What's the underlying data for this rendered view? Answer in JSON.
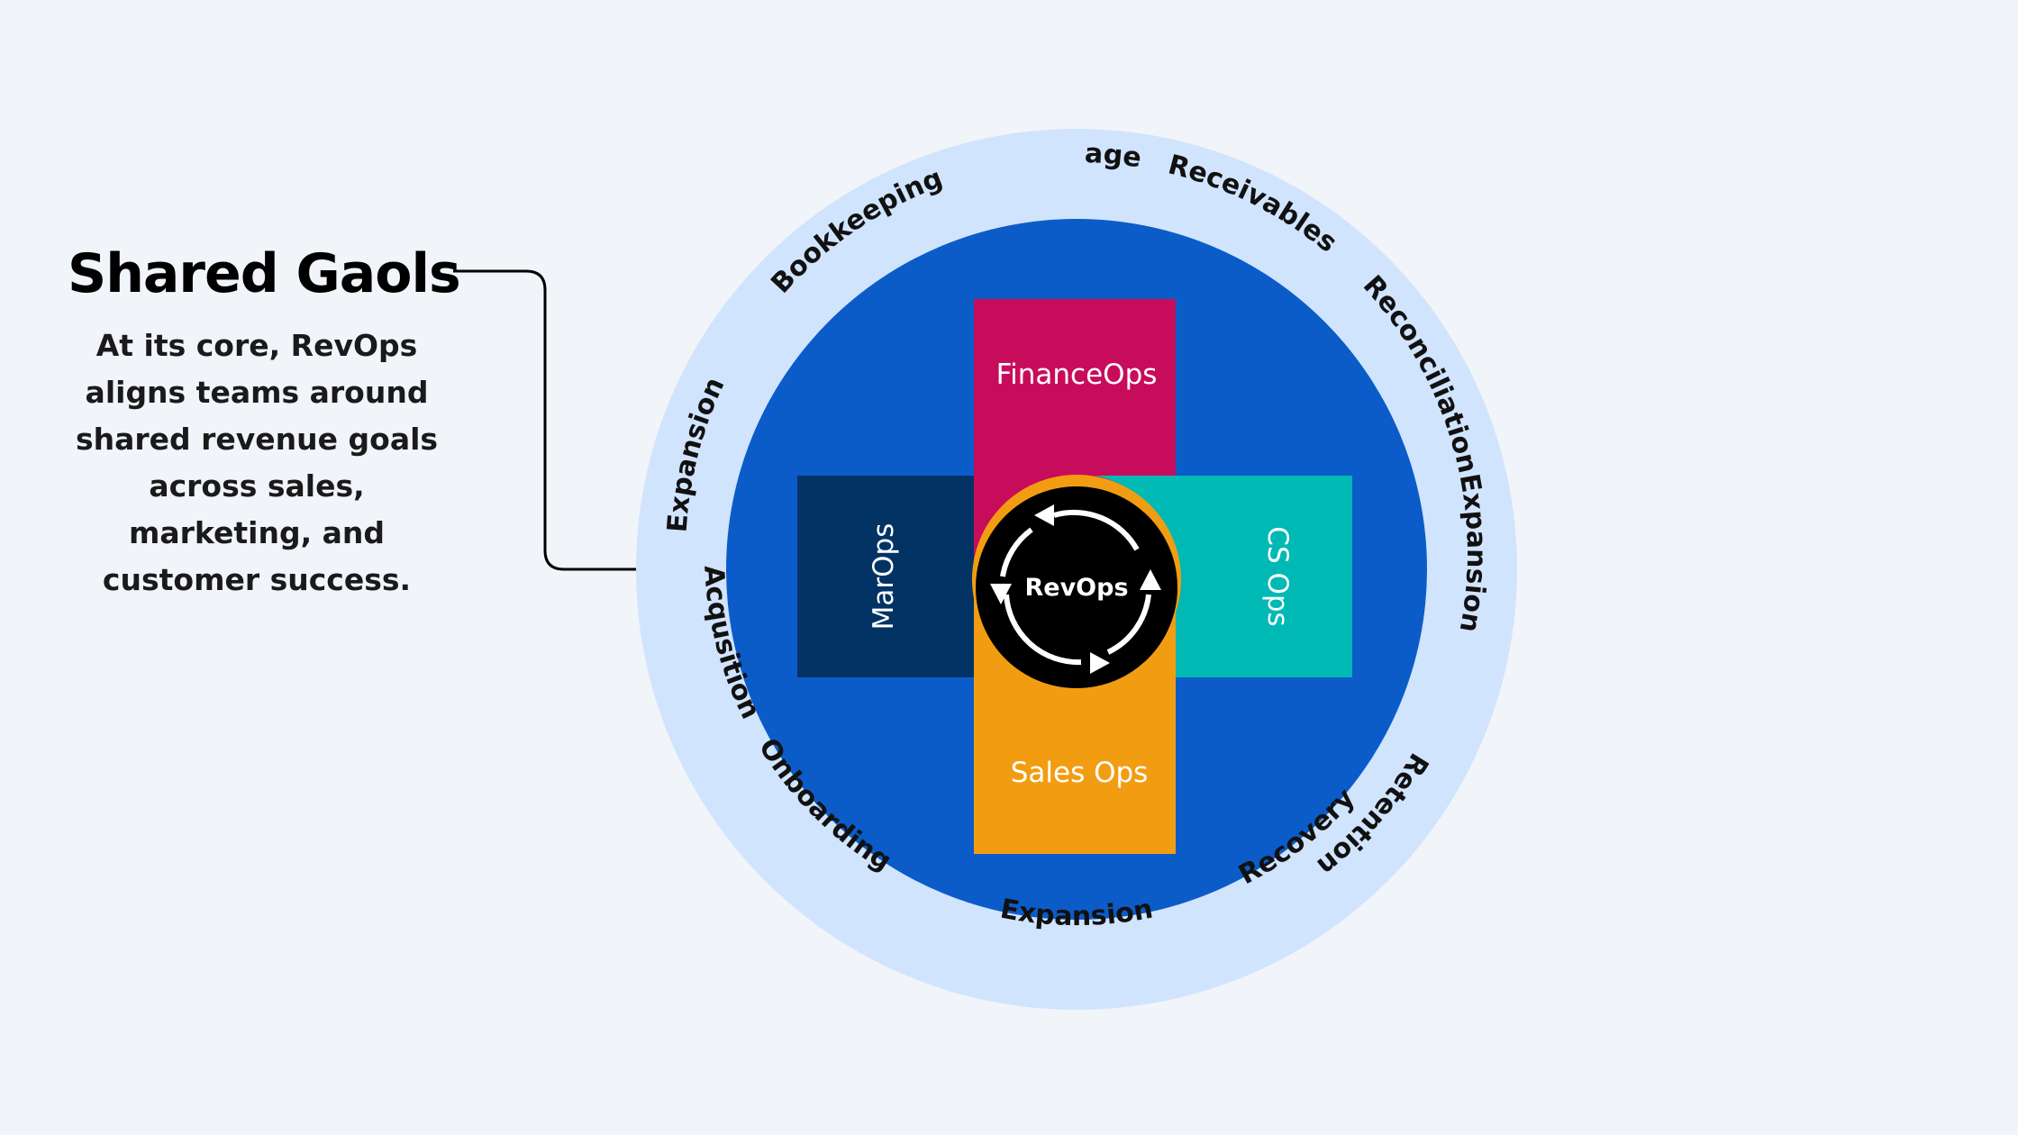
{
  "intro": {
    "title": "Shared Gaols",
    "description": "At its core, RevOps aligns teams around shared revenue goals across sales, marketing, and customer success."
  },
  "hub": {
    "label": "RevOps"
  },
  "teams": {
    "finance": {
      "label": "FinanceOps",
      "color": "#c80c5c"
    },
    "marketing": {
      "label": "MarOps",
      "color": "#033265"
    },
    "customer_success": {
      "label": "CS Ops",
      "color": "#00b9b5"
    },
    "sales": {
      "label": "Sales Ops",
      "color": "#f29d11"
    }
  },
  "ring_labels": [
    "Leakage",
    "Receivables",
    "Reconciliation",
    "Expansion",
    "Retention",
    "Recovery",
    "Expansion",
    "Onboarding",
    "Acqusition",
    "Expansion",
    "Bookkeeping"
  ],
  "colors": {
    "background": "#f1f4f9",
    "outer_ring": "#d1e4fd",
    "inner_disc": "#0b5cc8",
    "hub": "#000000",
    "hub_rim": "#f29d11",
    "connector": "#000000"
  }
}
